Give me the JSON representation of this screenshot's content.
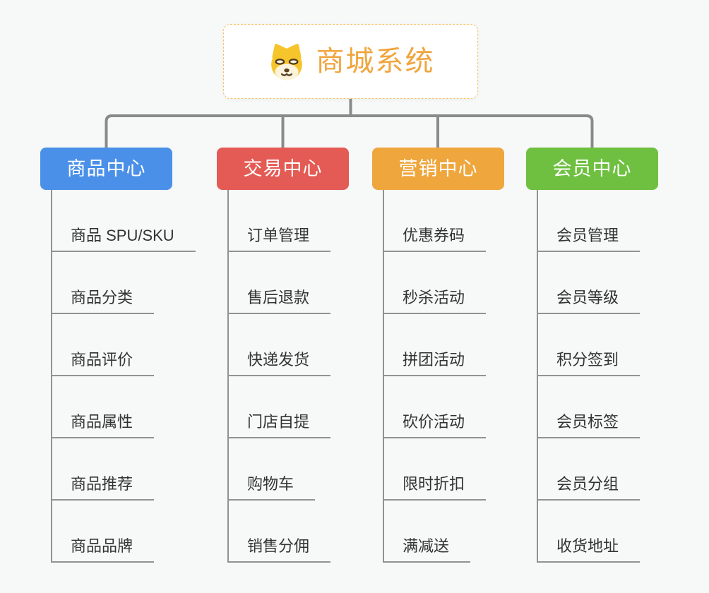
{
  "page": {
    "background": "#f7f8f8"
  },
  "connectors": {
    "tree_line_color": "#8a8a8a",
    "leaf_line_color": "#929292"
  },
  "root": {
    "title": "商城系统",
    "icon": "doge-face-icon",
    "text_color": "#f0a53e",
    "border_color": "#f5c36a"
  },
  "branches": [
    {
      "label": "商品中心",
      "color": "#4a90e8",
      "children": [
        "商品 SPU/SKU",
        "商品分类",
        "商品评价",
        "商品属性",
        "商品推荐",
        "商品品牌"
      ]
    },
    {
      "label": "交易中心",
      "color": "#e45a54",
      "children": [
        "订单管理",
        "售后退款",
        "快递发货",
        "门店自提",
        "购物车",
        "销售分佣"
      ]
    },
    {
      "label": "营销中心",
      "color": "#eea63d",
      "children": [
        "优惠券码",
        "秒杀活动",
        "拼团活动",
        "砍价活动",
        "限时折扣",
        "满减送"
      ]
    },
    {
      "label": "会员中心",
      "color": "#6fc040",
      "children": [
        "会员管理",
        "会员等级",
        "积分签到",
        "会员标签",
        "会员分组",
        "收货地址"
      ]
    }
  ]
}
